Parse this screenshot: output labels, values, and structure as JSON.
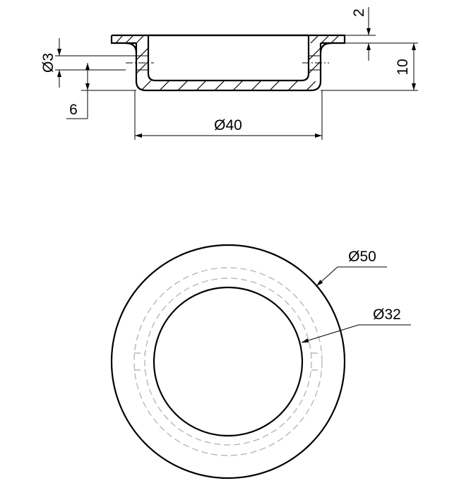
{
  "side_view": {
    "dims": {
      "flange_thickness": "2",
      "overall_height": "10",
      "hole_diameter": "Ø3",
      "hole_height": "6",
      "outer_diameter": "Ø40"
    }
  },
  "top_view": {
    "dims": {
      "flange_diameter": "Ø50",
      "inner_diameter": "Ø32"
    }
  },
  "colors": {
    "line": "#000000",
    "hidden_line": "#b8b8b8",
    "background": "#ffffff"
  }
}
